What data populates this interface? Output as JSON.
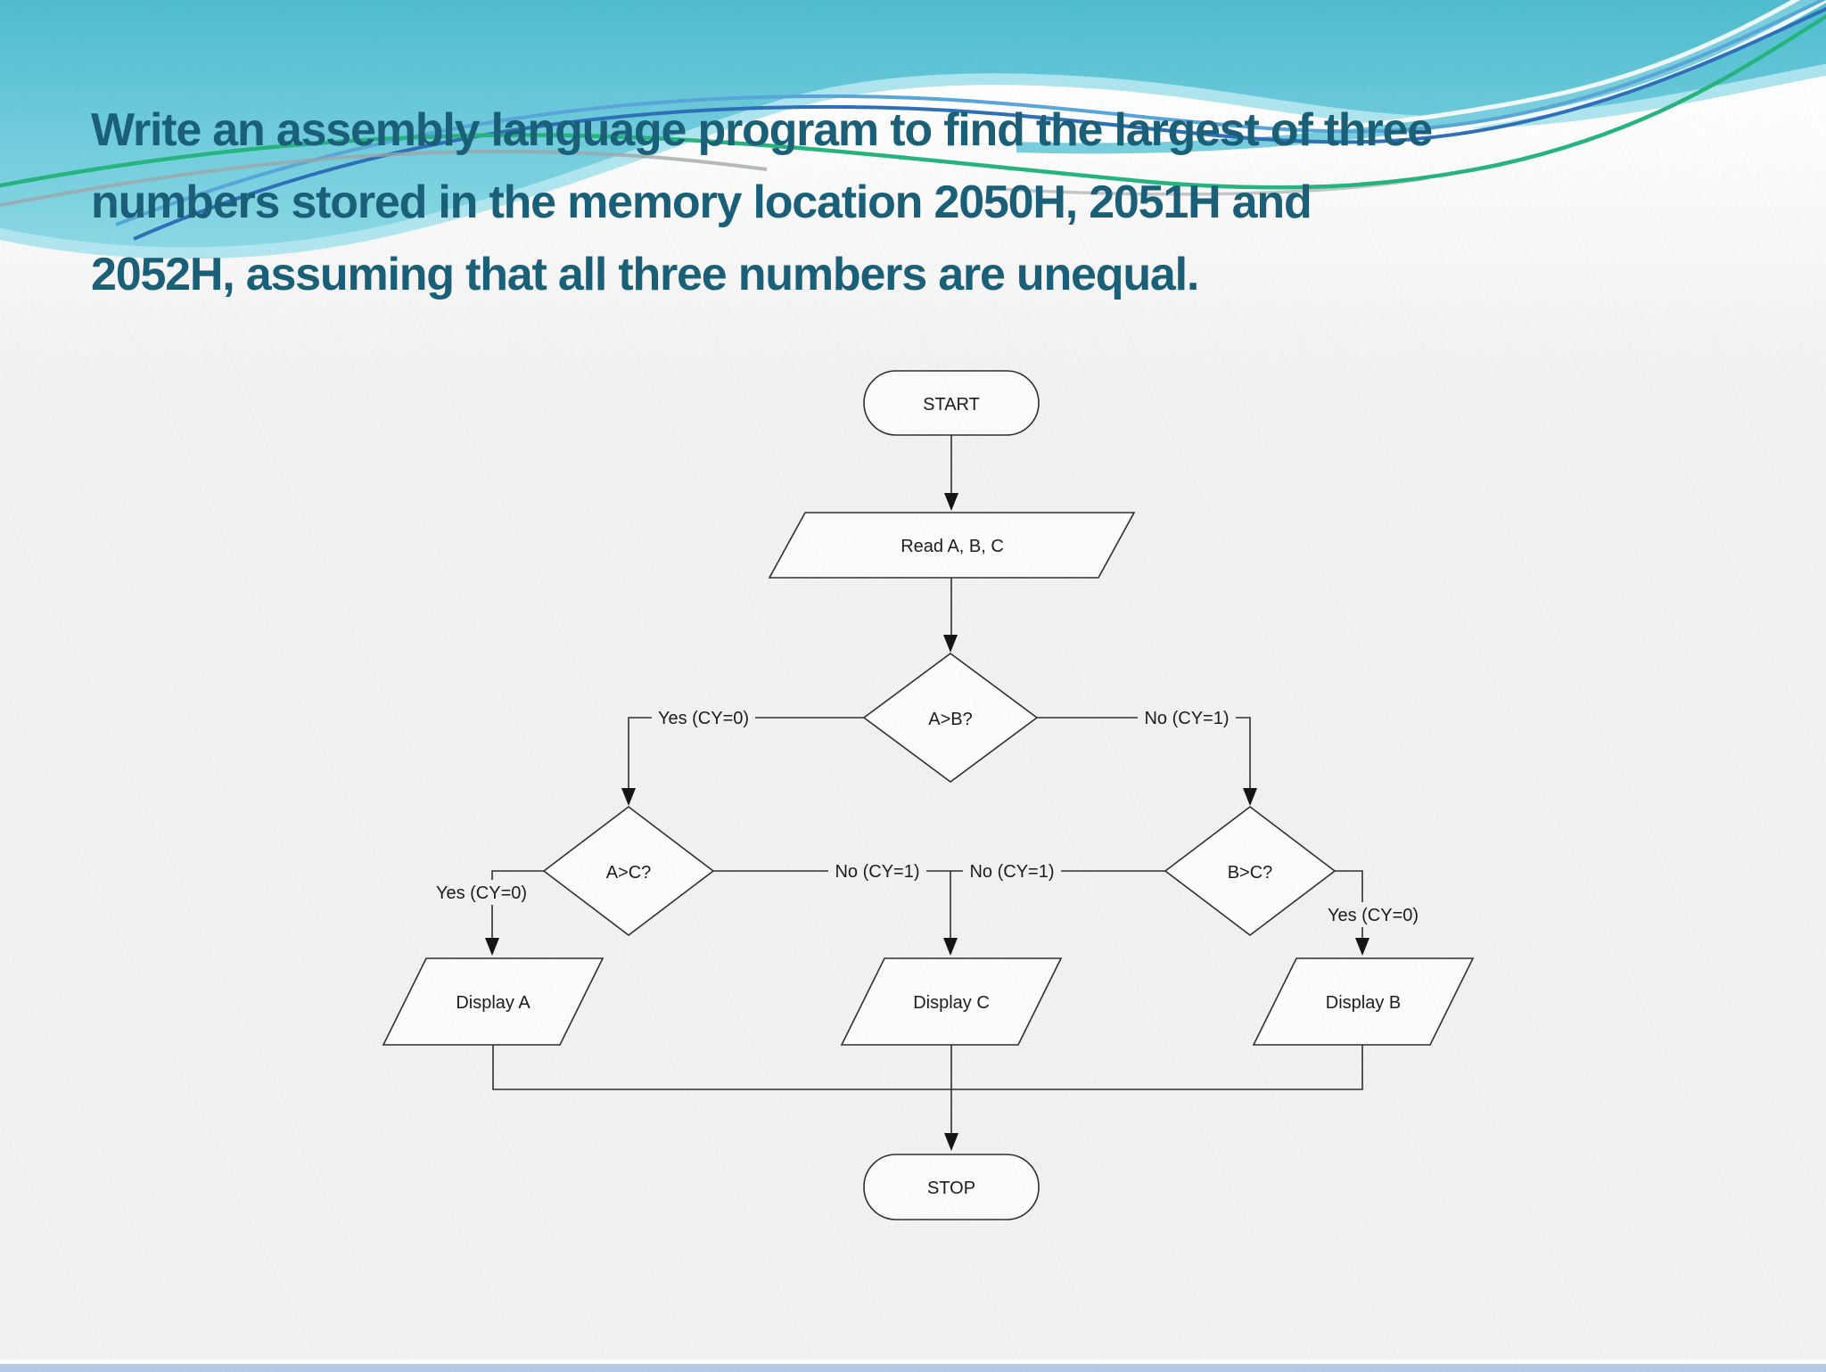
{
  "slide": {
    "title": {
      "lines": [
        "Write an assembly language program to find the largest of three",
        "numbers stored in the memory location 2050H, 2051H and",
        "2052H, assuming that all three numbers are unequal."
      ]
    }
  },
  "flowchart": {
    "nodes": [
      {
        "id": "start",
        "type": "terminator",
        "label": "START"
      },
      {
        "id": "read_abc",
        "type": "input-output",
        "label": "Read A, B, C"
      },
      {
        "id": "a_gt_b",
        "type": "decision",
        "label": "A>B?"
      },
      {
        "id": "a_gt_c",
        "type": "decision",
        "label": "A>C?"
      },
      {
        "id": "b_gt_c",
        "type": "decision",
        "label": "B>C?"
      },
      {
        "id": "display_a",
        "type": "input-output",
        "label": "Display A"
      },
      {
        "id": "display_c",
        "type": "input-output",
        "label": "Display C"
      },
      {
        "id": "display_b",
        "type": "input-output",
        "label": "Display B"
      },
      {
        "id": "stop",
        "type": "terminator",
        "label": "STOP"
      }
    ],
    "edge_labels": {
      "a_gt_b_yes": "Yes (CY=0)",
      "a_gt_b_no": "No (CY=1)",
      "a_gt_c_yes": "Yes (CY=0)",
      "a_gt_c_no": "No (CY=1)",
      "b_gt_c_no": "No (CY=1)",
      "b_gt_c_yes": "Yes (CY=0)"
    }
  },
  "colors": {
    "title_text": "#1a5f78",
    "header_cyan_top": "#4fbcd0",
    "header_cyan_bottom": "#9adee9",
    "slide_background": "#f1f1f2",
    "flowchart_stroke": "#2f2f2f",
    "accent_green_line": "#25b47e",
    "accent_blue_line": "#2e6fb8",
    "bottom_edge": "#b6c9e5"
  }
}
